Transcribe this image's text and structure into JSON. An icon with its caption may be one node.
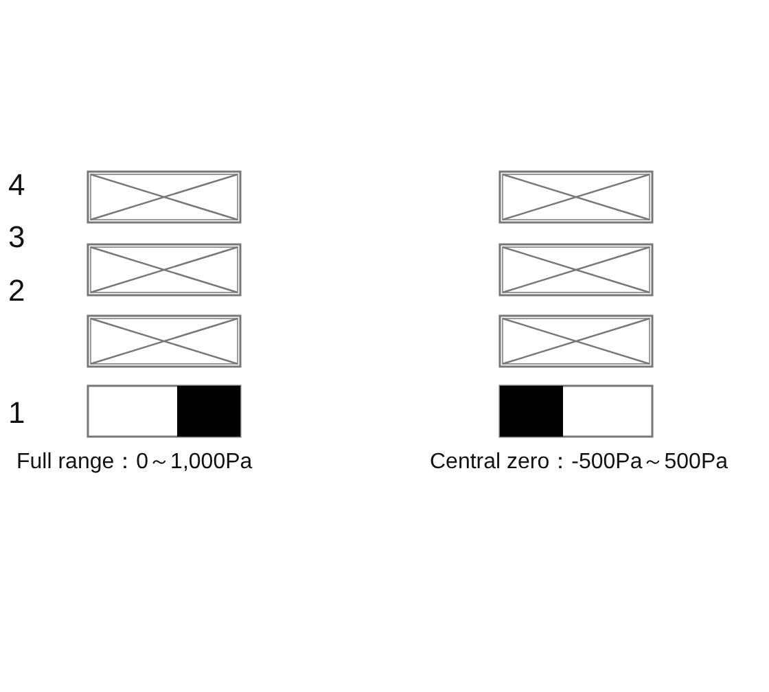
{
  "diagram": {
    "labels": [
      "4",
      "3",
      "2",
      "1",
      "Full range：0～1,000Pa",
      "Central zero：-500Pa～500Pa"
    ]
  }
}
